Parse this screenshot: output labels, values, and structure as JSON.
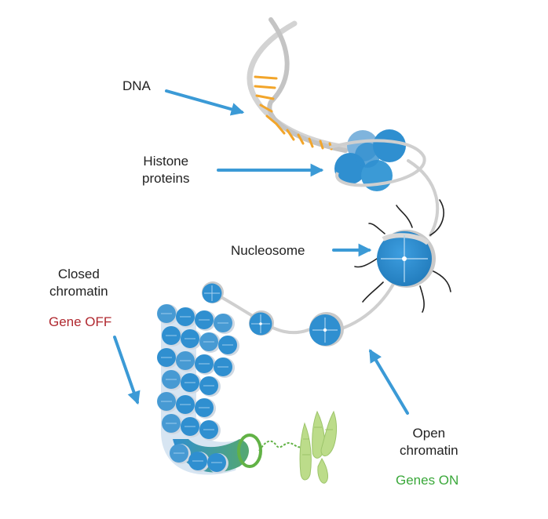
{
  "labels": {
    "dna": "DNA",
    "histone_line1": "Histone",
    "histone_line2": "proteins",
    "nucleosome": "Nucleosome",
    "closed_line1": "Closed",
    "closed_line2": "chromatin",
    "gene_off": "Gene OFF",
    "open_line1": "Open",
    "open_line2": "chromatin",
    "genes_on": "Genes ON"
  },
  "colors": {
    "arrow": "#3b9ad6",
    "histone_blue": "#2f8fd0",
    "dna_strand": "#cfcfcf",
    "base_pairs": "#f2a52a",
    "gene_off": "#b0282f",
    "genes_on": "#3aa83a",
    "chromosome": "#b9d98a"
  }
}
